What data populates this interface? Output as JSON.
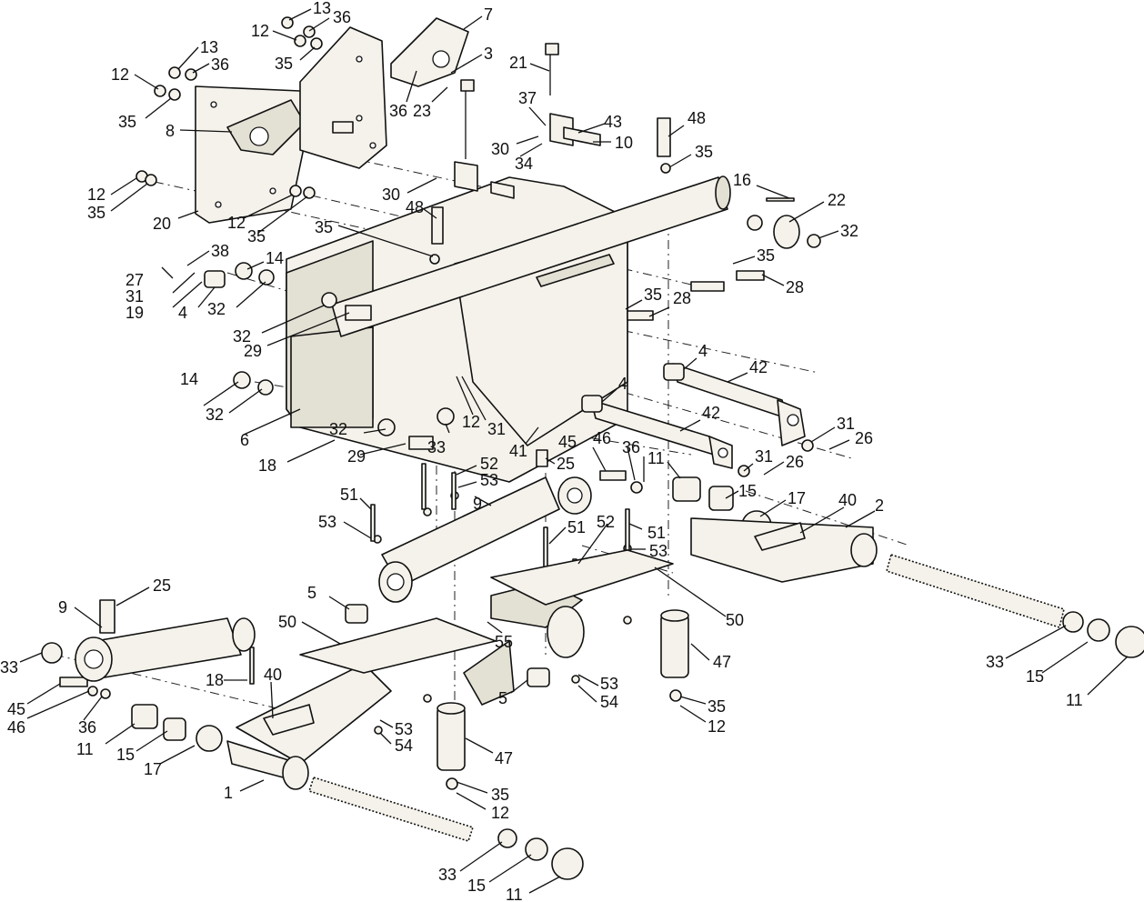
{
  "diagram": {
    "callouts": [
      {
        "label": "13"
      },
      {
        "label": "36"
      },
      {
        "label": "12"
      },
      {
        "label": "35"
      },
      {
        "label": "13"
      },
      {
        "label": "36"
      },
      {
        "label": "12"
      },
      {
        "label": "35"
      },
      {
        "label": "8"
      },
      {
        "label": "7"
      },
      {
        "label": "3"
      },
      {
        "label": "36"
      },
      {
        "label": "23"
      },
      {
        "label": "21"
      },
      {
        "label": "37"
      },
      {
        "label": "43"
      },
      {
        "label": "10"
      },
      {
        "label": "30"
      },
      {
        "label": "34"
      },
      {
        "label": "48"
      },
      {
        "label": "35"
      },
      {
        "label": "12"
      },
      {
        "label": "35"
      },
      {
        "label": "20"
      },
      {
        "label": "12"
      },
      {
        "label": "35"
      },
      {
        "label": "30"
      },
      {
        "label": "48"
      },
      {
        "label": "35"
      },
      {
        "label": "16"
      },
      {
        "label": "22"
      },
      {
        "label": "32"
      },
      {
        "label": "38"
      },
      {
        "label": "27"
      },
      {
        "label": "14"
      },
      {
        "label": "31"
      },
      {
        "label": "19"
      },
      {
        "label": "4"
      },
      {
        "label": "32"
      },
      {
        "label": "35"
      },
      {
        "label": "28"
      },
      {
        "label": "35"
      },
      {
        "label": "28"
      },
      {
        "label": "32"
      },
      {
        "label": "29"
      },
      {
        "label": "4"
      },
      {
        "label": "42"
      },
      {
        "label": "14"
      },
      {
        "label": "32"
      },
      {
        "label": "4"
      },
      {
        "label": "6"
      },
      {
        "label": "12"
      },
      {
        "label": "31"
      },
      {
        "label": "42"
      },
      {
        "label": "31"
      },
      {
        "label": "26"
      },
      {
        "label": "33"
      },
      {
        "label": "41"
      },
      {
        "label": "32"
      },
      {
        "label": "18"
      },
      {
        "label": "29"
      },
      {
        "label": "45"
      },
      {
        "label": "46"
      },
      {
        "label": "36"
      },
      {
        "label": "31"
      },
      {
        "label": "26"
      },
      {
        "label": "25"
      },
      {
        "label": "52"
      },
      {
        "label": "53"
      },
      {
        "label": "11"
      },
      {
        "label": "15"
      },
      {
        "label": "17"
      },
      {
        "label": "40"
      },
      {
        "label": "2"
      },
      {
        "label": "51"
      },
      {
        "label": "9"
      },
      {
        "label": "53"
      },
      {
        "label": "51"
      },
      {
        "label": "52"
      },
      {
        "label": "51"
      },
      {
        "label": "53"
      },
      {
        "label": "50"
      },
      {
        "label": "25"
      },
      {
        "label": "5"
      },
      {
        "label": "9"
      },
      {
        "label": "50"
      },
      {
        "label": "55"
      },
      {
        "label": "47"
      },
      {
        "label": "33"
      },
      {
        "label": "15"
      },
      {
        "label": "11"
      },
      {
        "label": "33"
      },
      {
        "label": "18"
      },
      {
        "label": "40"
      },
      {
        "label": "53"
      },
      {
        "label": "54"
      },
      {
        "label": "5"
      },
      {
        "label": "35"
      },
      {
        "label": "12"
      },
      {
        "label": "45"
      },
      {
        "label": "46"
      },
      {
        "label": "36"
      },
      {
        "label": "53"
      },
      {
        "label": "54"
      },
      {
        "label": "47"
      },
      {
        "label": "11"
      },
      {
        "label": "15"
      },
      {
        "label": "17"
      },
      {
        "label": "1"
      },
      {
        "label": "35"
      },
      {
        "label": "12"
      },
      {
        "label": "33"
      },
      {
        "label": "15"
      },
      {
        "label": "11"
      }
    ]
  }
}
